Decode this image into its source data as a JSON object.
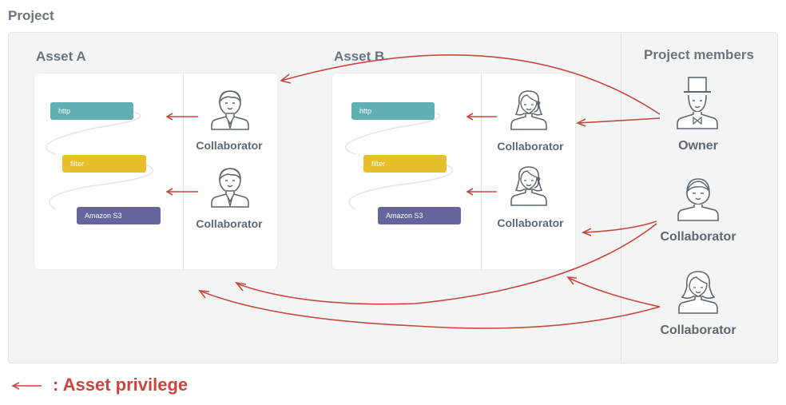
{
  "project": {
    "title": "Project"
  },
  "assets": [
    {
      "title": "Asset A",
      "pills": [
        "http",
        "filter",
        "Amazon S3"
      ],
      "collaborators": [
        "Collaborator",
        "Collaborator"
      ]
    },
    {
      "title": "Asset B",
      "pills": [
        "http",
        "filter",
        "Amazon S3"
      ],
      "collaborators": [
        "Collaborator",
        "Collaborator"
      ]
    }
  ],
  "members": {
    "title": "Project members",
    "people": [
      "Owner",
      "Collaborator",
      "Collaborator"
    ]
  },
  "legend": {
    "text": ": Asset privilege"
  },
  "colors": {
    "arrow": "#c7473f",
    "http": "#5fafb3",
    "filter": "#e6bf2a",
    "s3": "#65659d",
    "text": "#5f676f"
  },
  "icons": [
    "man-icon",
    "woman-headset-icon",
    "top-hat-man-icon",
    "man-icon",
    "woman-icon"
  ]
}
